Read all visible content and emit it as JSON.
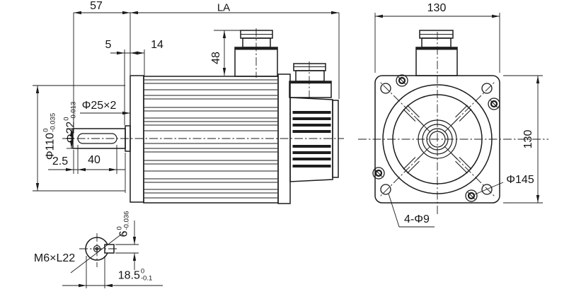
{
  "side": {
    "dim_shaft_length": "57",
    "dim_body_length": "LA",
    "dim_shoulder": "5",
    "dim_front_step": "14",
    "dim_connector_height": "48",
    "dim_shoulder_thread": "Φ25×2",
    "phi110_main": "Φ110",
    "phi110_tol_u": "0",
    "phi110_tol_l": "-0.035",
    "phi22_main": "Φ22",
    "phi22_tol_u": "0",
    "phi22_tol_l": "-0.013",
    "dim_key_offset": "2.5",
    "dim_key_length": "40"
  },
  "flange": {
    "dim_width": "130",
    "dim_height": "130",
    "dim_bolt_circle": "Φ145",
    "dim_mount_holes": "4-Φ9"
  },
  "shaft_end": {
    "label_thread": "M6×L22",
    "key_w_main": "6",
    "key_w_tol_u": "0",
    "key_w_tol_l": "-0.036",
    "key_h_main": "18.5",
    "key_h_tol_u": "0",
    "key_h_tol_l": "-0.1"
  }
}
